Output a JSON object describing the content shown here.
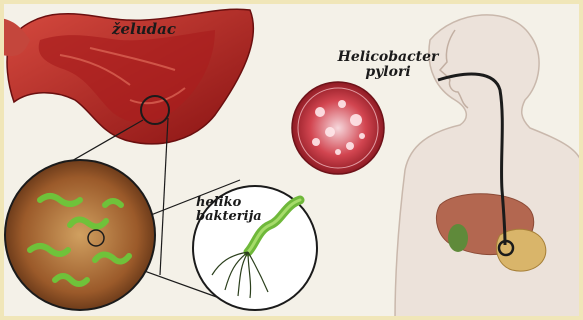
{
  "labels": {
    "stomach": "želudac",
    "hp_line1": "Helicobacter",
    "hp_line2": "pylori",
    "bact_line1": "heliko",
    "bact_line2": "bakterija"
  },
  "colors": {
    "stomach_outer": "#b8282a",
    "stomach_inner": "#8e1616",
    "skin": "#eadfd6",
    "liver": "#b56b52",
    "petri": "#c8303c"
  }
}
